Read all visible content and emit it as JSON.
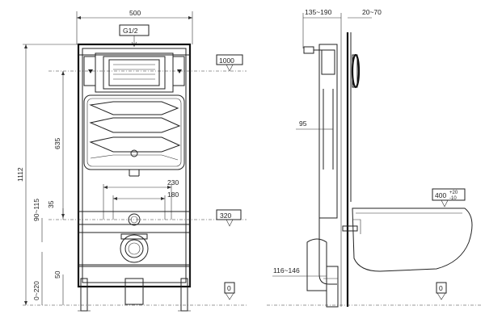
{
  "front": {
    "width": "500",
    "connection": "G1/2",
    "height_total": "1112",
    "height_flush": "635",
    "dim_230": "230",
    "dim_180": "180",
    "dim_90_115": "90~115",
    "dim_35": "35",
    "dim_0_220": "0~220",
    "dim_50": "50",
    "level_1000": "1000",
    "level_320": "320",
    "level_0": "0"
  },
  "side": {
    "dim_135_190": "135~190",
    "dim_20_70": "20~70",
    "dim_95": "95",
    "dim_400": "400",
    "tol_plus": "+20",
    "tol_minus": "-10",
    "dim_116_146": "116~146",
    "level_0": "0"
  }
}
